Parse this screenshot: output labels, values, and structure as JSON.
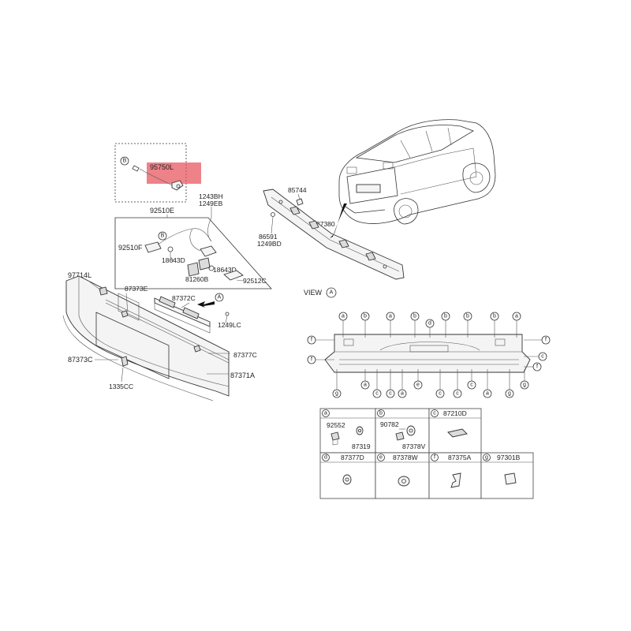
{
  "callouts": {
    "p95750L": "95750L",
    "p92510E": "92510E",
    "p1243BH": "1243BH",
    "p1249EB": "1249EB",
    "p92510F": "92510F",
    "p18643D_a": "18643D",
    "p18643D_b": "18643D",
    "p81260B": "81260B",
    "p92512C": "92512C",
    "p85744": "85744",
    "p86591": "86591",
    "p1249BD": "1249BD",
    "p87380": "87380",
    "p97714L": "97714L",
    "p87373E": "87373E",
    "p87372C": "87372C",
    "p1249LC": "1249LC",
    "p87377C": "87377C",
    "p87373C": "87373C",
    "p87371A": "87371A",
    "p1335CC": "1335CC"
  },
  "markers": {
    "A": "A",
    "B": "B"
  },
  "view": {
    "label": "VIEW",
    "ref": "A"
  },
  "legend": {
    "a": {
      "key": "a",
      "parts": [
        "92552",
        "87319"
      ]
    },
    "b": {
      "key": "b",
      "parts": [
        "90782",
        "87378V"
      ]
    },
    "c": {
      "key": "c",
      "parts": [
        "87210D"
      ]
    },
    "d": {
      "key": "d",
      "parts": [
        "87377D"
      ]
    },
    "e": {
      "key": "e",
      "parts": [
        "87378W"
      ]
    },
    "f": {
      "key": "f",
      "parts": [
        "87375A"
      ]
    },
    "g": {
      "key": "g",
      "parts": [
        "97301B"
      ]
    }
  },
  "view_keys": {
    "top": [
      "a",
      "b",
      "a",
      "b",
      "d",
      "b",
      "b",
      "b",
      "a"
    ],
    "bottom": [
      "g",
      "a",
      "c",
      "c",
      "a",
      "e",
      "c",
      "c",
      "c",
      "a",
      "g",
      "g"
    ],
    "left": [
      "f",
      "f"
    ],
    "right": [
      "f",
      "c",
      "f"
    ]
  },
  "colors": {
    "highlight": "#e8525c",
    "line": "#333333"
  }
}
